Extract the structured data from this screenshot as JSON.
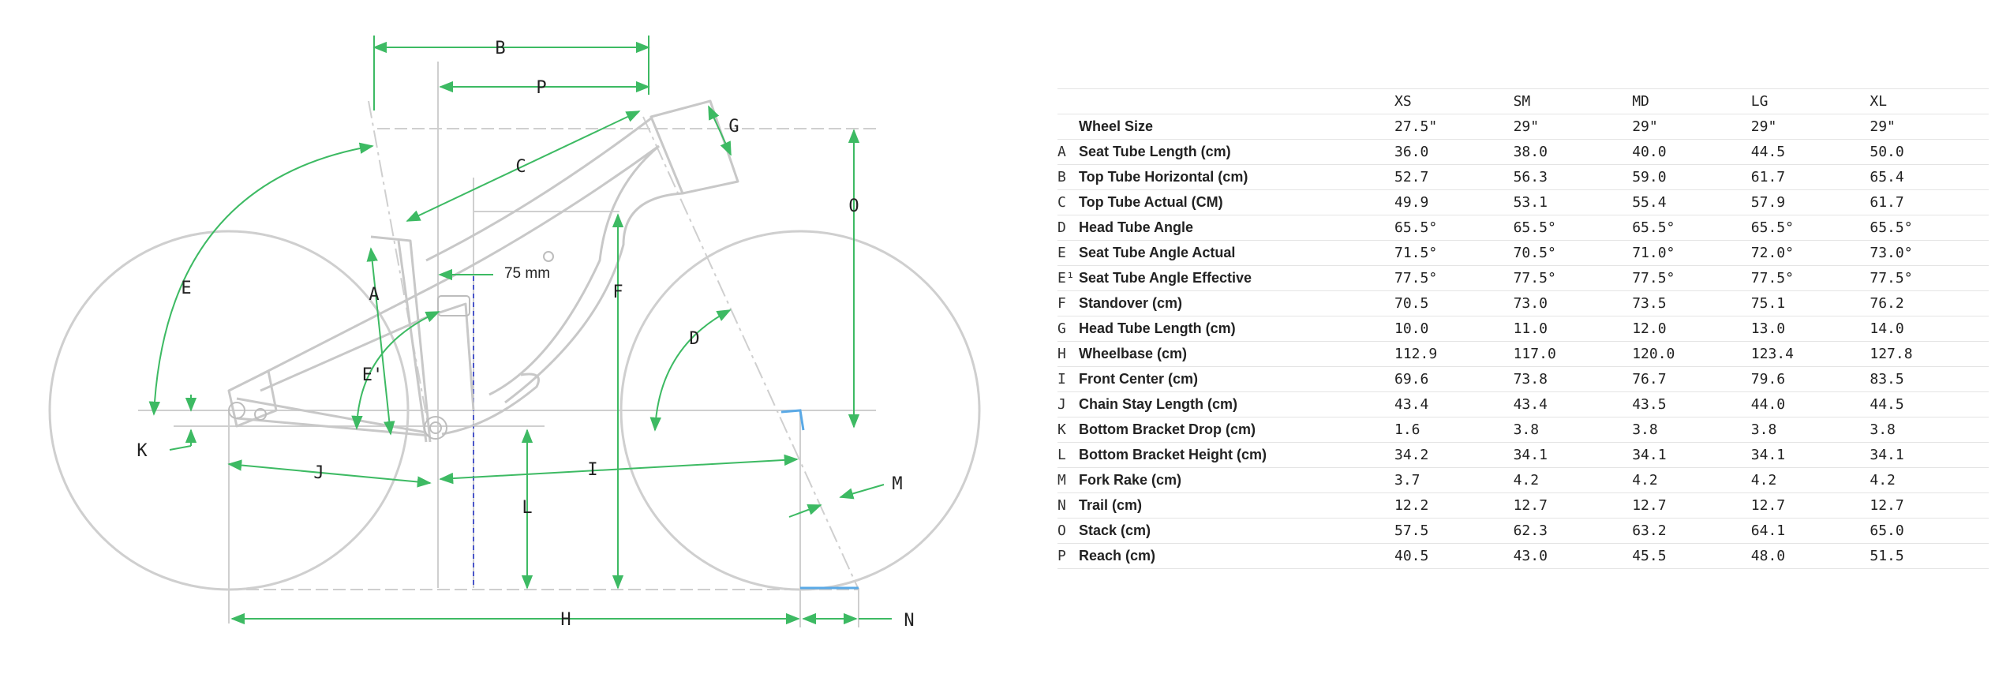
{
  "diagram": {
    "labels": {
      "A": "A",
      "B": "B",
      "C": "C",
      "D": "D",
      "E": "E",
      "E_prime": "E'",
      "F": "F",
      "G": "G",
      "H": "H",
      "I": "I",
      "J": "J",
      "K": "K",
      "L": "L",
      "M": "M",
      "N": "N",
      "O": "O",
      "P": "P"
    },
    "offset_label": "75 mm",
    "colors": {
      "dimension": "#3dba63",
      "frame": "#c8c8c8",
      "dashed": "#4a55c9",
      "trail": "#5aa9e6"
    }
  },
  "table": {
    "sizes": [
      "XS",
      "SM",
      "MD",
      "LG",
      "XL"
    ],
    "rows": [
      {
        "letter": "",
        "name": "Wheel Size",
        "values": [
          "27.5\"",
          "29\"",
          "29\"",
          "29\"",
          "29\""
        ]
      },
      {
        "letter": "A",
        "name": "Seat Tube Length (cm)",
        "values": [
          "36.0",
          "38.0",
          "40.0",
          "44.5",
          "50.0"
        ]
      },
      {
        "letter": "B",
        "name": "Top Tube Horizontal (cm)",
        "values": [
          "52.7",
          "56.3",
          "59.0",
          "61.7",
          "65.4"
        ]
      },
      {
        "letter": "C",
        "name": "Top Tube Actual (CM)",
        "values": [
          "49.9",
          "53.1",
          "55.4",
          "57.9",
          "61.7"
        ]
      },
      {
        "letter": "D",
        "name": "Head Tube Angle",
        "values": [
          "65.5°",
          "65.5°",
          "65.5°",
          "65.5°",
          "65.5°"
        ]
      },
      {
        "letter": "E",
        "name": "Seat Tube Angle Actual",
        "values": [
          "71.5°",
          "70.5°",
          "71.0°",
          "72.0°",
          "73.0°"
        ]
      },
      {
        "letter": "E¹",
        "name": "Seat Tube Angle Effective",
        "values": [
          "77.5°",
          "77.5°",
          "77.5°",
          "77.5°",
          "77.5°"
        ]
      },
      {
        "letter": "F",
        "name": "Standover (cm)",
        "values": [
          "70.5",
          "73.0",
          "73.5",
          "75.1",
          "76.2"
        ]
      },
      {
        "letter": "G",
        "name": "Head Tube Length (cm)",
        "values": [
          "10.0",
          "11.0",
          "12.0",
          "13.0",
          "14.0"
        ]
      },
      {
        "letter": "H",
        "name": "Wheelbase (cm)",
        "values": [
          "112.9",
          "117.0",
          "120.0",
          "123.4",
          "127.8"
        ]
      },
      {
        "letter": "I",
        "name": "Front Center (cm)",
        "values": [
          "69.6",
          "73.8",
          "76.7",
          "79.6",
          "83.5"
        ]
      },
      {
        "letter": "J",
        "name": "Chain Stay Length (cm)",
        "values": [
          "43.4",
          "43.4",
          "43.5",
          "44.0",
          "44.5"
        ]
      },
      {
        "letter": "K",
        "name": "Bottom Bracket Drop (cm)",
        "values": [
          "1.6",
          "3.8",
          "3.8",
          "3.8",
          "3.8"
        ]
      },
      {
        "letter": "L",
        "name": "Bottom Bracket Height (cm)",
        "values": [
          "34.2",
          "34.1",
          "34.1",
          "34.1",
          "34.1"
        ]
      },
      {
        "letter": "M",
        "name": "Fork Rake (cm)",
        "values": [
          "3.7",
          "4.2",
          "4.2",
          "4.2",
          "4.2"
        ]
      },
      {
        "letter": "N",
        "name": "Trail (cm)",
        "values": [
          "12.2",
          "12.7",
          "12.7",
          "12.7",
          "12.7"
        ]
      },
      {
        "letter": "O",
        "name": "Stack (cm)",
        "values": [
          "57.5",
          "62.3",
          "63.2",
          "64.1",
          "65.0"
        ]
      },
      {
        "letter": "P",
        "name": "Reach (cm)",
        "values": [
          "40.5",
          "43.0",
          "45.5",
          "48.0",
          "51.5"
        ]
      }
    ]
  }
}
